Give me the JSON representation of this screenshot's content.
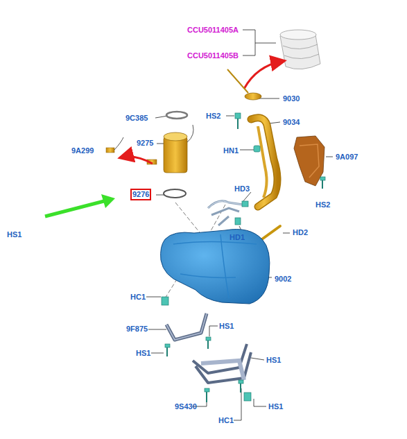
{
  "diagram": {
    "nodes": [
      {
        "text": [
          "9276"
        ]
      }
    ],
    "labels": [
      "CCU5011405A",
      "CCU5011405B",
      "9030",
      "HS2",
      "9034",
      "9C385",
      "9275",
      "9A299",
      "HN1",
      "9A097",
      "HS2",
      "HD3",
      "HD2",
      "HD1",
      "9002",
      "HC1",
      "9F875",
      "HS1",
      "HS1",
      "HS1",
      "9S430",
      "HS1",
      "HC1",
      "HS1"
    ]
  }
}
